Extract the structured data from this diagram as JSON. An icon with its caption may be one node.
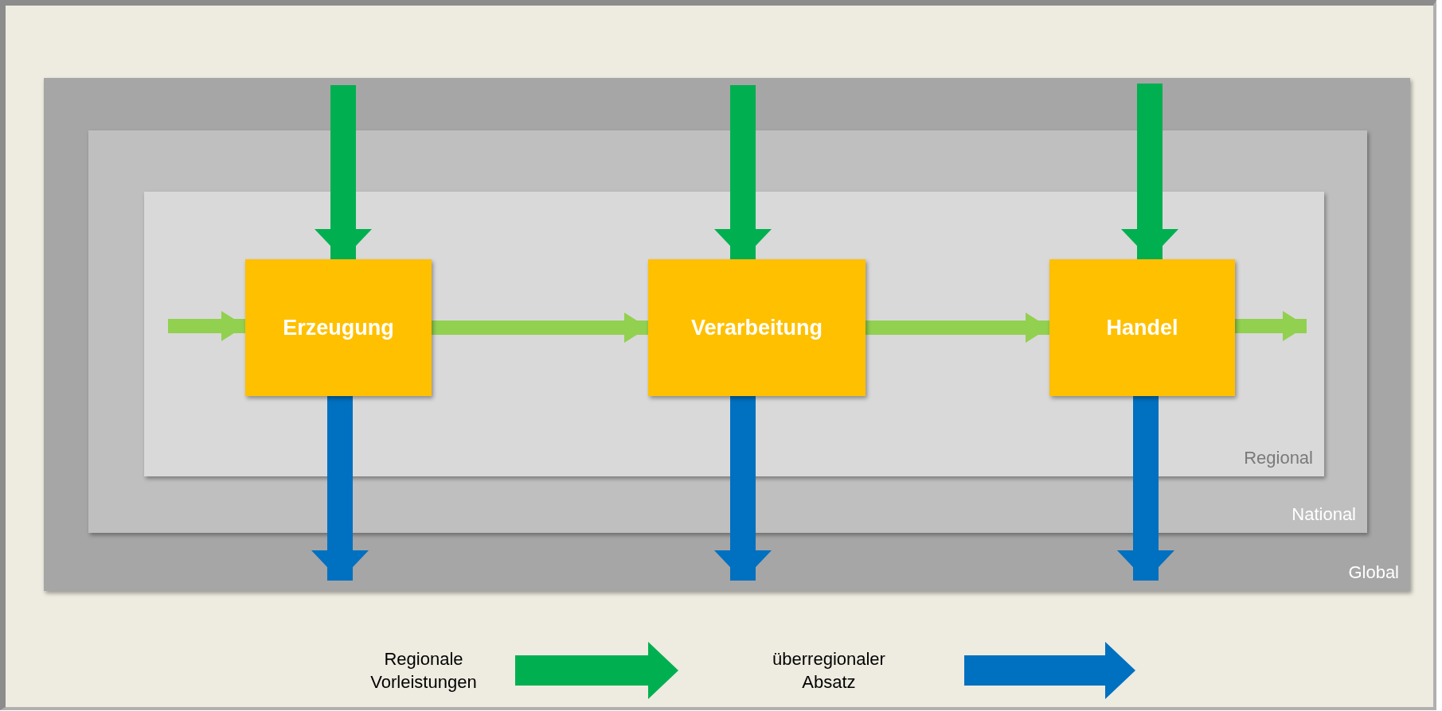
{
  "diagram": {
    "nodes": [
      {
        "text": [
          "Global"
        ]
      },
      {
        "text": [
          "National"
        ],
        "in": 0
      },
      {
        "text": [
          "Regional"
        ],
        "in": 1
      },
      {
        "text": [
          "Erzeugung"
        ],
        "in": 2
      },
      {
        "text": [
          "Verarbeitung"
        ],
        "in": 2
      },
      {
        "text": [
          "Handel"
        ],
        "in": 2
      }
    ],
    "edges": [
      {
        "from": null,
        "to": 3,
        "arrow": "to",
        "color": "#00b050"
      },
      {
        "from": null,
        "to": 4,
        "arrow": "to",
        "color": "#00b050"
      },
      {
        "from": null,
        "to": 5,
        "arrow": "to",
        "color": "#00b050"
      },
      {
        "from": null,
        "to": 3,
        "arrow": "to",
        "color": "#92d050"
      },
      {
        "from": 3,
        "to": 4,
        "arrow": "to",
        "color": "#92d050"
      },
      {
        "from": 4,
        "to": 5,
        "arrow": "to",
        "color": "#92d050"
      },
      {
        "from": 5,
        "to": null,
        "arrow": "to",
        "color": "#92d050"
      },
      {
        "from": 3,
        "to": null,
        "arrow": "to",
        "color": "#0070c0"
      },
      {
        "from": 4,
        "to": null,
        "arrow": "to",
        "color": "#0070c0"
      },
      {
        "from": 5,
        "to": null,
        "arrow": "to",
        "color": "#0070c0"
      }
    ],
    "legend": [
      {
        "text": "Regionale Vorleistungen"
      },
      {
        "text": "überregionaler Absatz"
      }
    ]
  }
}
